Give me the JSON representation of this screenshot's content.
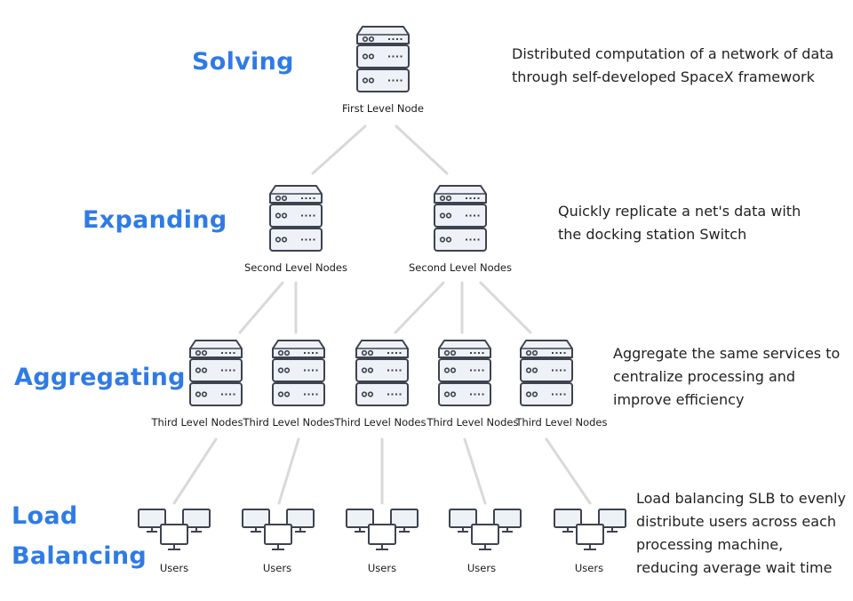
{
  "colors": {
    "accent": "#2f7be6",
    "server_fill": "#eef1f6",
    "server_stroke": "#3d4350",
    "connector": "#d9d9d9"
  },
  "tiers": [
    {
      "title": "Solving",
      "description": "Distributed computation of a network of data\nthrough self-developed SpaceX framework",
      "nodes": [
        {
          "label": "First Level Node",
          "icon": "server-icon"
        }
      ]
    },
    {
      "title": "Expanding",
      "description": "Quickly replicate a net's data with\nthe docking station Switch",
      "nodes": [
        {
          "label": "Second Level Nodes",
          "icon": "server-icon"
        },
        {
          "label": "Second Level Nodes",
          "icon": "server-icon"
        }
      ]
    },
    {
      "title": "Aggregating",
      "description": "Aggregate the same services to\ncentralize processing and\nimprove efficiency",
      "nodes": [
        {
          "label": "Third Level Nodes",
          "icon": "server-icon"
        },
        {
          "label": "Third Level Nodes",
          "icon": "server-icon"
        },
        {
          "label": "Third Level Nodes",
          "icon": "server-icon"
        },
        {
          "label": "Third Level Nodes",
          "icon": "server-icon"
        },
        {
          "label": "Third Level Nodes",
          "icon": "server-icon"
        }
      ]
    },
    {
      "title": "Load\nBalancing",
      "description": "Load balancing SLB to evenly\ndistribute users across each\nprocessing machine,\nreducing average wait time",
      "nodes": [
        {
          "label": "Users",
          "icon": "monitors-icon"
        },
        {
          "label": "Users",
          "icon": "monitors-icon"
        },
        {
          "label": "Users",
          "icon": "monitors-icon"
        },
        {
          "label": "Users",
          "icon": "monitors-icon"
        },
        {
          "label": "Users",
          "icon": "monitors-icon"
        }
      ]
    }
  ]
}
